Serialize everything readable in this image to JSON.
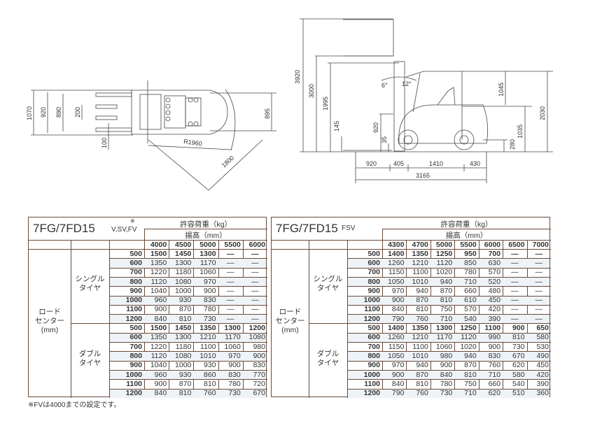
{
  "drawings": {
    "top_view": {
      "dims": [
        "1070",
        "920",
        "890",
        "200",
        "100",
        "895",
        "R1960",
        "1800"
      ]
    },
    "side_view": {
      "dims": [
        "3920",
        "3000",
        "1995",
        "145",
        "920",
        "35",
        "6°",
        "12°",
        "1045",
        "1035",
        "2030",
        "280",
        "920",
        "405",
        "1410",
        "430",
        "3165"
      ]
    }
  },
  "tables": [
    {
      "model": "7FG/7FD15",
      "variant": "V,SV,FV",
      "variant_mark": "※",
      "capacity_label": "許容荷重（kg）",
      "lift_label": "揚高（mm）",
      "heights": [
        "4000",
        "4500",
        "5000",
        "5500",
        "6000"
      ],
      "load_center_label": [
        "ロード",
        "センター",
        "(mm)"
      ],
      "groups": [
        {
          "tire": [
            "シングル",
            "タイヤ"
          ],
          "rows": [
            [
              "500",
              "1500",
              "1450",
              "1300",
              "—",
              "—"
            ],
            [
              "600",
              "1350",
              "1300",
              "1170",
              "—",
              "—"
            ],
            [
              "700",
              "1220",
              "1180",
              "1060",
              "—",
              "—"
            ],
            [
              "800",
              "1120",
              "1080",
              "970",
              "—",
              "—"
            ],
            [
              "900",
              "1040",
              "1000",
              "900",
              "—",
              "—"
            ],
            [
              "1000",
              "960",
              "930",
              "830",
              "—",
              "—"
            ],
            [
              "1100",
              "900",
              "870",
              "780",
              "—",
              "—"
            ],
            [
              "1200",
              "840",
              "810",
              "730",
              "—",
              "—"
            ]
          ]
        },
        {
          "tire": [
            "ダブル",
            "タイヤ"
          ],
          "rows": [
            [
              "500",
              "1500",
              "1450",
              "1350",
              "1300",
              "1200"
            ],
            [
              "600",
              "1350",
              "1300",
              "1210",
              "1170",
              "1080"
            ],
            [
              "700",
              "1220",
              "1180",
              "1100",
              "1060",
              "980"
            ],
            [
              "800",
              "1120",
              "1080",
              "1010",
              "970",
              "900"
            ],
            [
              "900",
              "1040",
              "1000",
              "930",
              "900",
              "830"
            ],
            [
              "1000",
              "960",
              "930",
              "860",
              "830",
              "770"
            ],
            [
              "1100",
              "900",
              "870",
              "810",
              "780",
              "720"
            ],
            [
              "1200",
              "840",
              "810",
              "760",
              "730",
              "670"
            ]
          ]
        }
      ],
      "footnote": "※FVは4000までの設定です。"
    },
    {
      "model": "7FG/7FD15",
      "variant": "FSV",
      "capacity_label": "許容荷重（kg）",
      "lift_label": "揚高（mm）",
      "heights": [
        "4300",
        "4700",
        "5000",
        "5500",
        "6000",
        "6500",
        "7000"
      ],
      "load_center_label": [
        "ロード",
        "センター",
        "(mm)"
      ],
      "groups": [
        {
          "tire": [
            "シングル",
            "タイヤ"
          ],
          "rows": [
            [
              "500",
              "1400",
              "1350",
              "1250",
              "950",
              "700",
              "—",
              "—"
            ],
            [
              "600",
              "1260",
              "1210",
              "1120",
              "850",
              "630",
              "—",
              "—"
            ],
            [
              "700",
              "1150",
              "1100",
              "1020",
              "780",
              "570",
              "—",
              "—"
            ],
            [
              "800",
              "1050",
              "1010",
              "940",
              "710",
              "520",
              "—",
              "—"
            ],
            [
              "900",
              "970",
              "940",
              "870",
              "660",
              "480",
              "—",
              "—"
            ],
            [
              "1000",
              "900",
              "870",
              "810",
              "610",
              "450",
              "—",
              "—"
            ],
            [
              "1100",
              "840",
              "810",
              "750",
              "570",
              "420",
              "—",
              "—"
            ],
            [
              "1200",
              "790",
              "760",
              "710",
              "540",
              "390",
              "—",
              "—"
            ]
          ]
        },
        {
          "tire": [
            "ダブル",
            "タイヤ"
          ],
          "rows": [
            [
              "500",
              "1400",
              "1350",
              "1300",
              "1250",
              "1100",
              "900",
              "650"
            ],
            [
              "600",
              "1260",
              "1210",
              "1170",
              "1120",
              "990",
              "810",
              "580"
            ],
            [
              "700",
              "1150",
              "1100",
              "1060",
              "1020",
              "900",
              "730",
              "530"
            ],
            [
              "800",
              "1050",
              "1010",
              "980",
              "940",
              "830",
              "670",
              "490"
            ],
            [
              "900",
              "970",
              "940",
              "900",
              "870",
              "760",
              "620",
              "450"
            ],
            [
              "1000",
              "900",
              "870",
              "840",
              "810",
              "710",
              "580",
              "420"
            ],
            [
              "1100",
              "840",
              "810",
              "780",
              "750",
              "660",
              "540",
              "390"
            ],
            [
              "1200",
              "790",
              "760",
              "730",
              "710",
              "620",
              "510",
              "360"
            ]
          ]
        }
      ]
    }
  ]
}
